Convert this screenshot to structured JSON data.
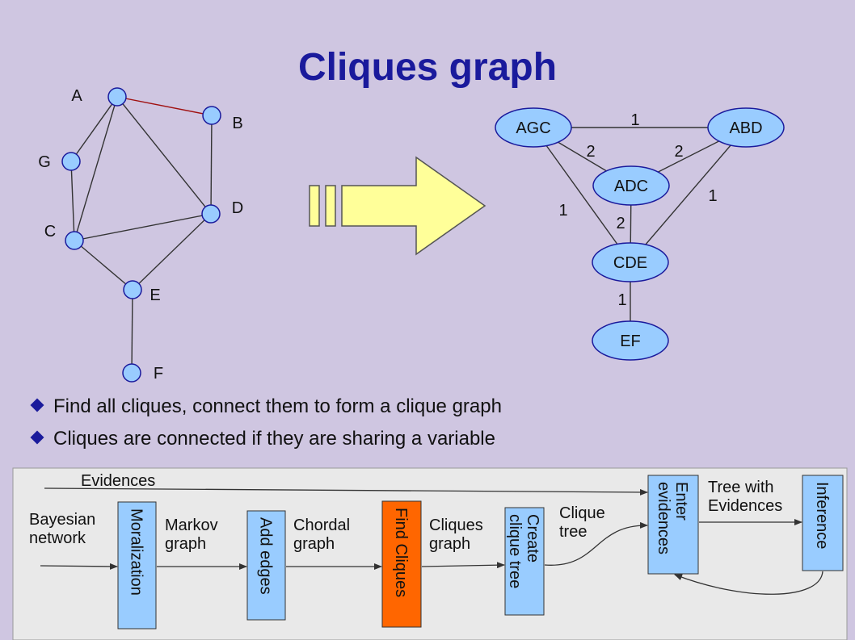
{
  "title": "Cliques graph",
  "bayes_graph": {
    "nodes": [
      {
        "id": "A",
        "label": "A"
      },
      {
        "id": "B",
        "label": "B"
      },
      {
        "id": "G",
        "label": "G"
      },
      {
        "id": "D",
        "label": "D"
      },
      {
        "id": "C",
        "label": "C"
      },
      {
        "id": "E",
        "label": "E"
      },
      {
        "id": "F",
        "label": "F"
      }
    ],
    "edges": [
      {
        "from": "A",
        "to": "B",
        "highlight": true
      },
      {
        "from": "A",
        "to": "G"
      },
      {
        "from": "A",
        "to": "C"
      },
      {
        "from": "A",
        "to": "D"
      },
      {
        "from": "B",
        "to": "D"
      },
      {
        "from": "G",
        "to": "C"
      },
      {
        "from": "C",
        "to": "D"
      },
      {
        "from": "C",
        "to": "E"
      },
      {
        "from": "D",
        "to": "E"
      },
      {
        "from": "E",
        "to": "F"
      }
    ]
  },
  "clique_graph": {
    "nodes": [
      {
        "id": "AGC",
        "label": "AGC"
      },
      {
        "id": "ABD",
        "label": "ABD"
      },
      {
        "id": "ADC",
        "label": "ADC"
      },
      {
        "id": "CDE",
        "label": "CDE"
      },
      {
        "id": "EF",
        "label": "EF"
      }
    ],
    "edges": [
      {
        "from": "AGC",
        "to": "ABD",
        "weight": "1"
      },
      {
        "from": "AGC",
        "to": "ADC",
        "weight": "2"
      },
      {
        "from": "ABD",
        "to": "ADC",
        "weight": "2"
      },
      {
        "from": "AGC",
        "to": "CDE",
        "weight": "1"
      },
      {
        "from": "ABD",
        "to": "CDE",
        "weight": "1"
      },
      {
        "from": "ADC",
        "to": "CDE",
        "weight": "2"
      },
      {
        "from": "CDE",
        "to": "EF",
        "weight": "1"
      }
    ]
  },
  "bullets": [
    "Find all cliques, connect them to form a clique graph",
    "Cliques are connected if they are sharing a variable"
  ],
  "pipeline": {
    "boxes": [
      {
        "id": "moralization",
        "label": "Moralization",
        "highlight": false
      },
      {
        "id": "add-edges",
        "label": "Add edges",
        "highlight": false
      },
      {
        "id": "find-cliques",
        "label": "Find Cliques",
        "highlight": true
      },
      {
        "id": "create-clique-tree",
        "label": "Create clique tree",
        "lines": [
          "Create",
          "clique tree"
        ],
        "highlight": false
      },
      {
        "id": "enter-evidences",
        "label": "Enter evidences",
        "lines": [
          "Enter",
          "evidences"
        ],
        "highlight": false
      },
      {
        "id": "inference",
        "label": "Inference",
        "highlight": false
      }
    ],
    "labels": {
      "evidences": "Evidences",
      "bayesian_network": [
        "Bayesian",
        "network"
      ],
      "markov_graph": [
        "Markov",
        "graph"
      ],
      "chordal_graph": [
        "Chordal",
        "graph"
      ],
      "cliques_graph": [
        "Cliques",
        "graph"
      ],
      "clique_tree": [
        "Clique",
        "tree"
      ],
      "tree_with_evidences": [
        "Tree with",
        "Evidences"
      ]
    }
  },
  "colors": {
    "background": "#cfc6e1",
    "title": "#1a1a9c",
    "node_fill": "#99ccff",
    "node_stroke": "#1a1a9c",
    "highlight_edge": "#a01010",
    "arrow_fill": "#ffff99",
    "pipeline_bg": "#e9e9e9",
    "pipeline_box": "#99ccff",
    "pipeline_highlight": "#ff6600"
  }
}
